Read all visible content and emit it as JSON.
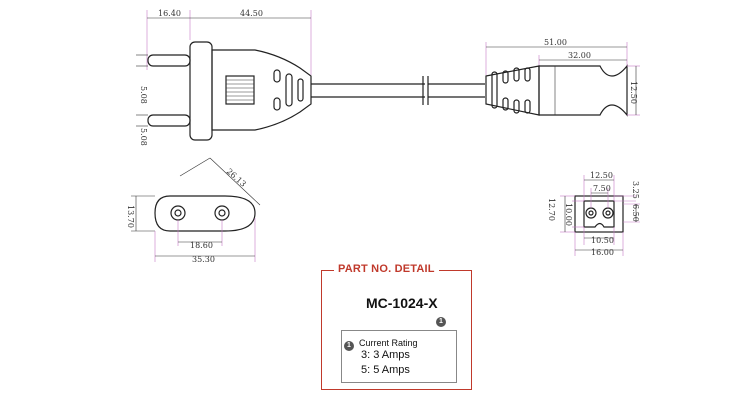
{
  "dimensions": {
    "plug_tip": "16.40",
    "plug_body": "44.50",
    "pin_width_1": "5.08",
    "pin_width_2": "5.08",
    "connector_total": "51.00",
    "connector_body": "32.00",
    "connector_height": "12.50",
    "face_diagonal": "26.13",
    "face_height": "13.70",
    "face_pin_spacing": "18.60",
    "face_width": "35.30",
    "socket_top_width": "12.50",
    "socket_pin_spacing": "7.50",
    "socket_right_top": "3.25",
    "socket_height_outer": "12.70",
    "socket_height_inner": "10.00",
    "socket_right": "6.50",
    "socket_bottom_inner": "10.50",
    "socket_bottom_outer": "16.00"
  },
  "detail": {
    "title": "PART NO. DETAIL",
    "part_number": "MC-1024-X",
    "marker": "1",
    "rating_title": "Current Rating",
    "rating_options": [
      "3: 3 Amps",
      "5: 5 Amps"
    ]
  }
}
